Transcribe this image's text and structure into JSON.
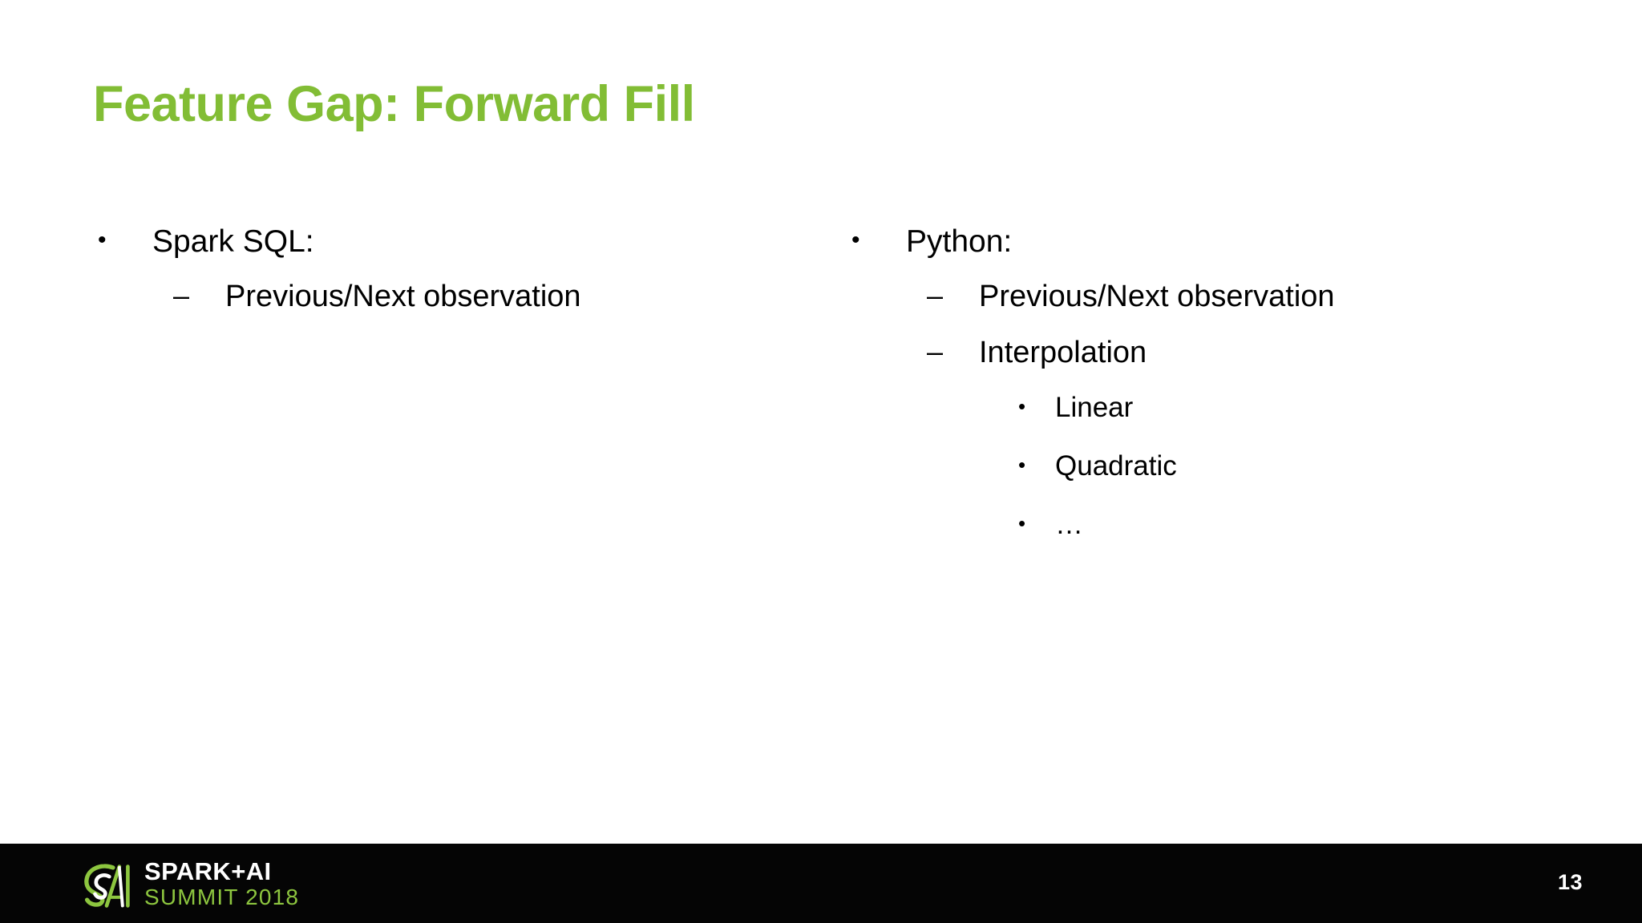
{
  "slide": {
    "title": "Feature Gap: Forward Fill",
    "title_color": "#82bd35",
    "background_color": "#ffffff",
    "text_color": "#000000"
  },
  "columns": {
    "left": {
      "heading": {
        "marker": "•",
        "text": "Spark SQL:"
      },
      "sub_items": [
        {
          "marker": "–",
          "text": "Previous/Next observation"
        }
      ]
    },
    "right": {
      "heading": {
        "marker": "•",
        "text": "Python:"
      },
      "sub_items": [
        {
          "marker": "–",
          "text": "Previous/Next observation"
        },
        {
          "marker": "–",
          "text": "Interpolation"
        }
      ],
      "sub_sub_items": [
        {
          "marker": "•",
          "text": "Linear"
        },
        {
          "marker": "•",
          "text": "Quadratic"
        },
        {
          "marker": "•",
          "text": "…"
        }
      ]
    }
  },
  "footer": {
    "background_color": "#050505",
    "logo": {
      "mark_name": "spark-ai-summit-monogram",
      "line1": "SPARK+AI",
      "line2": "SUMMIT 2018",
      "line1_color": "#ffffff",
      "line2_color": "#8dc63f"
    },
    "page_number": "13"
  }
}
